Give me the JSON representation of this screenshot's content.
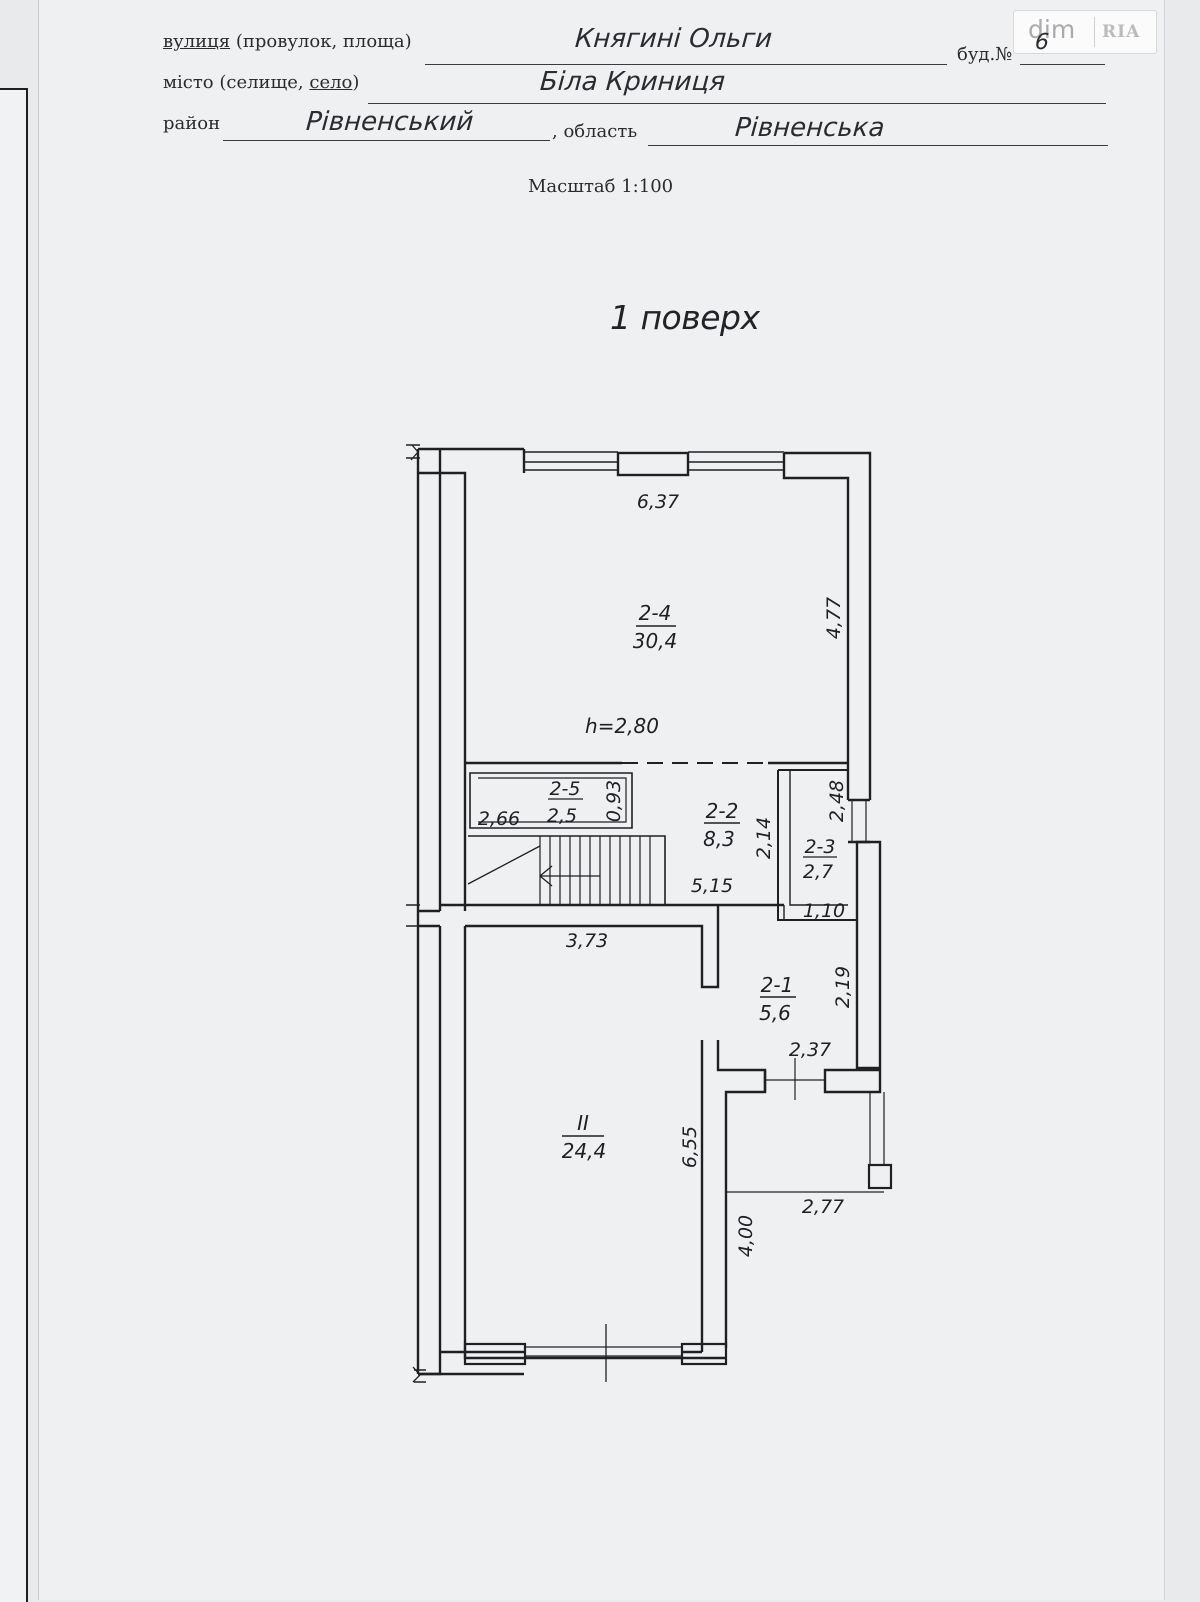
{
  "header": {
    "street_label": "вулиця",
    "street_label_rest": "(провулок, площа)",
    "street_value": "Княгині Ольги",
    "building_label": "буд.№",
    "building_value": "6",
    "city_label_a": "місто (селище, ",
    "city_label_b": "село",
    "city_label_c": ")",
    "city_value": "Біла Криниця",
    "district_label": "район",
    "district_value": "Рівненський",
    "region_label": ", область",
    "region_value": "Рівненська"
  },
  "scale_text": "Масштаб 1:100",
  "floor_title": "1 поверх",
  "watermark": {
    "left": "dim",
    "right": "RIA"
  },
  "rooms": [
    {
      "id": "2-4",
      "area": "30,4"
    },
    {
      "id": "2-5",
      "area": "2,5"
    },
    {
      "id": "2-2",
      "area": "8,3"
    },
    {
      "id": "2-3",
      "area": "2,7"
    },
    {
      "id": "2-1",
      "area": "5,6"
    },
    {
      "id": "II",
      "area": "24,4"
    }
  ],
  "ceiling_height": "h=2,80",
  "dimensions": [
    "6,37",
    "4,77",
    "2,66",
    "0,93",
    "2,14",
    "2,48",
    "5,15",
    "1,10",
    "3,73",
    "2,19",
    "2,37",
    "6,55",
    "2,77",
    "4,00"
  ],
  "colors": {
    "paper": "#eef0f2",
    "ink": "#1f2024",
    "wall": "#1f2024"
  }
}
